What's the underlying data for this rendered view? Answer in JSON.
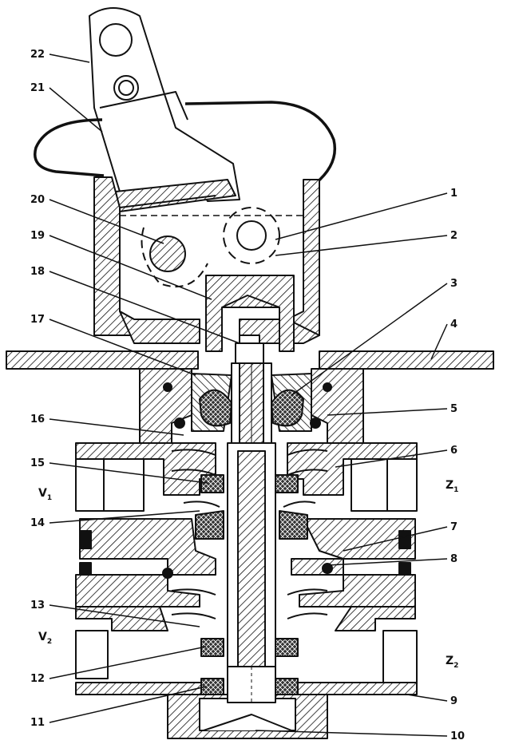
{
  "diagram": {
    "part_labels": {
      "p1": "1",
      "p2": "2",
      "p3": "3",
      "p4": "4",
      "p5": "5",
      "p6": "6",
      "p7": "7",
      "p8": "8",
      "p9": "9",
      "p10": "10",
      "p11": "11",
      "p12": "12",
      "p13": "13",
      "p14": "14",
      "p15": "15",
      "p16": "16",
      "p17": "17",
      "p18": "18",
      "p19": "19",
      "p20": "20",
      "p21": "21",
      "p22": "22"
    },
    "port_labels": {
      "v1": {
        "main": "V",
        "sub": "1"
      },
      "v2": {
        "main": "V",
        "sub": "2"
      },
      "z1": {
        "main": "Z",
        "sub": "1"
      },
      "z2": {
        "main": "Z",
        "sub": "2"
      }
    },
    "colors": {
      "ink": "#111111",
      "paper": "#ffffff"
    }
  }
}
